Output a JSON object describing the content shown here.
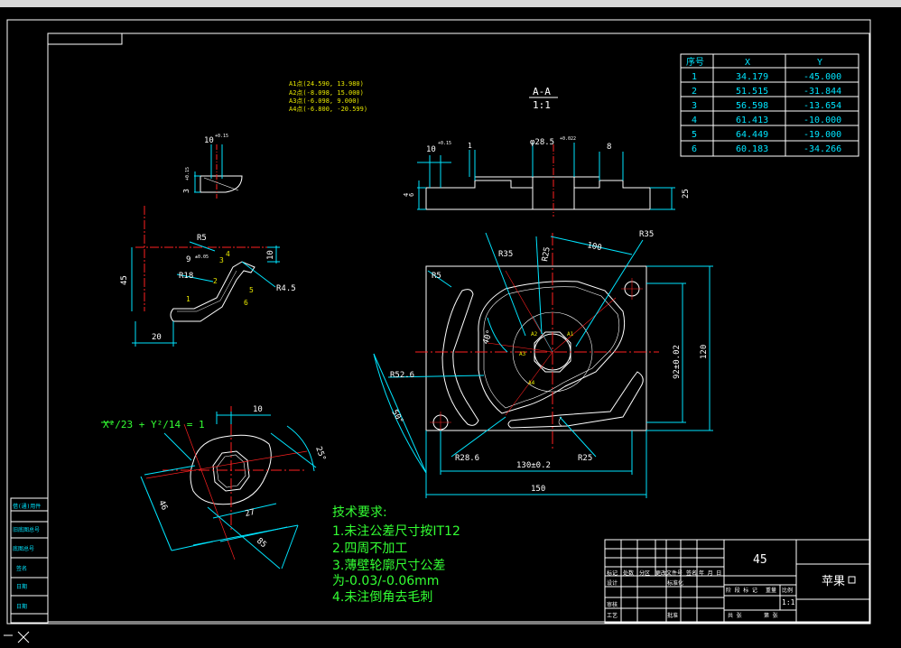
{
  "colors": {
    "background": "#000000",
    "outline": "#ffffff",
    "dimension": "#00e5ff",
    "centerline": "#ff2020",
    "note": "#33ff33",
    "tech": "#33ff33"
  },
  "section": {
    "title": "A-A",
    "scale": "1:1"
  },
  "coord_table": {
    "headers": [
      "序号",
      "X",
      "Y"
    ],
    "rows": [
      [
        "1",
        "34.179",
        "-45.000"
      ],
      [
        "2",
        "51.515",
        "-31.844"
      ],
      [
        "3",
        "56.598",
        "-13.654"
      ],
      [
        "4",
        "61.413",
        "-10.000"
      ],
      [
        "5",
        "64.449",
        "-19.000"
      ],
      [
        "6",
        "60.183",
        "-34.266"
      ]
    ]
  },
  "point_notes": [
    "A1点(24.590, 13.980)",
    "A2点(-8.098, 15.000)",
    "A3点(-6.098, 9.000)",
    "A4点(-6.800, -20.599)"
  ],
  "dims": {
    "top_detail": {
      "w": "10",
      "tol": "+0.15",
      "h": "3",
      "htol": "+0.15"
    },
    "section": {
      "w": "10",
      "tol1": "+0.15",
      "gap": "1",
      "bore": "φ28.5",
      "boretol": "+0.022",
      "depth": "8",
      "thick": "25",
      "h1": "4",
      "h2": "6"
    },
    "left_view": {
      "r5": "R5",
      "w9": "9",
      "w9tol": "±0.05",
      "h10": "10",
      "r18": "R18",
      "h45": "45",
      "w20": "20",
      "r45": "R4.5",
      "pts": [
        "1",
        "2",
        "3",
        "4",
        "5",
        "6"
      ]
    },
    "main": {
      "r35a": "R35",
      "r25a": "R25",
      "d100": "100",
      "r35b": "R35",
      "r5": "R5",
      "a40": "40°",
      "r526": "R52.6",
      "a50": "50°",
      "d92": "92±0.02",
      "d120": "120",
      "r286": "R28.6",
      "d130": "130±0.2",
      "r25b": "R25",
      "d150": "150",
      "labels": [
        "A1",
        "A2",
        "A3",
        "A4"
      ]
    },
    "lower": {
      "equation": "X²/23 + Y²/14 = 1",
      "d10": "10",
      "a25": "25°",
      "d46": "46",
      "d27": "27",
      "d85": "85"
    }
  },
  "tech": {
    "title": "技术要求:",
    "lines": [
      "1.未注公差尺寸按IT12",
      "2.四周不加工",
      "3.薄壁轮廓尺寸公差",
      "为-0.03/-0.06mm",
      "4.未注倒角去毛刺"
    ]
  },
  "title_block": {
    "material": "45",
    "name": "苹果",
    "scale": "1:1",
    "cols": [
      "标记",
      "处数",
      "分区",
      "更改文件号",
      "签名",
      "年 月 日"
    ],
    "rows": [
      "设计",
      "审核",
      "工艺"
    ],
    "mid_cols": [
      "标准化",
      "批准"
    ],
    "stage": [
      "阶 段 标 记",
      "重量",
      "比例"
    ],
    "sheet": [
      "共 张",
      "第 张"
    ]
  },
  "left_margin": [
    "借(通)用件",
    "旧底图总号",
    "底图总号",
    "签名",
    "日期",
    "日期"
  ]
}
